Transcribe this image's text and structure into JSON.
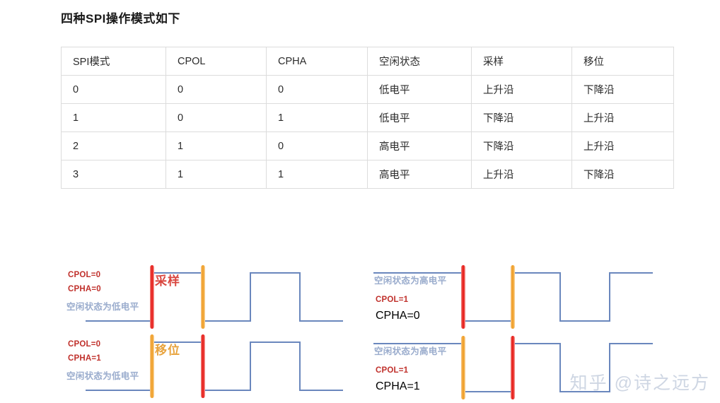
{
  "page": {
    "title": "四种SPI操作模式如下"
  },
  "table": {
    "headers": [
      "SPI模式",
      "CPOL",
      "CPHA",
      "空闲状态",
      "采样",
      "移位"
    ],
    "rows": [
      [
        "0",
        "0",
        "0",
        "低电平",
        "上升沿",
        "下降沿"
      ],
      [
        "1",
        "0",
        "1",
        "低电平",
        "下降沿",
        "上升沿"
      ],
      [
        "2",
        "1",
        "0",
        "高电平",
        "下降沿",
        "上升沿"
      ],
      [
        "3",
        "1",
        "1",
        "高电平",
        "上升沿",
        "下降沿"
      ]
    ]
  },
  "diagram": {
    "panels": [
      {
        "cpol": "CPOL=0",
        "cpha": "CPHA=0",
        "idle": "空闲状态为低电平",
        "edge_label": "采样",
        "edge_color": "#d9463f",
        "first_bar": "red",
        "second_bar": "orange"
      },
      {
        "cpol": "CPOL=0",
        "cpha": "CPHA=1",
        "idle": "空闲状态为低电平",
        "edge_label": "移位",
        "edge_color": "#e8a33d",
        "first_bar": "orange",
        "second_bar": "red"
      },
      {
        "cpol": "CPOL=1",
        "cpha": "CPHA=0",
        "idle": "空闲状态为高电平",
        "edge_label": "",
        "edge_color": "#d9463f",
        "first_bar": "red",
        "second_bar": "orange"
      },
      {
        "cpol": "CPOL=1",
        "cpha": "CPHA=1",
        "idle": "空闲状态为高电平",
        "edge_label": "",
        "edge_color": "#e8a33d",
        "first_bar": "orange",
        "second_bar": "red"
      }
    ],
    "signal_color": "#6a87bd",
    "red_color": "#e8201c",
    "orange_color": "#f0a02a"
  },
  "watermark": {
    "text": "知乎 @诗之远方"
  }
}
